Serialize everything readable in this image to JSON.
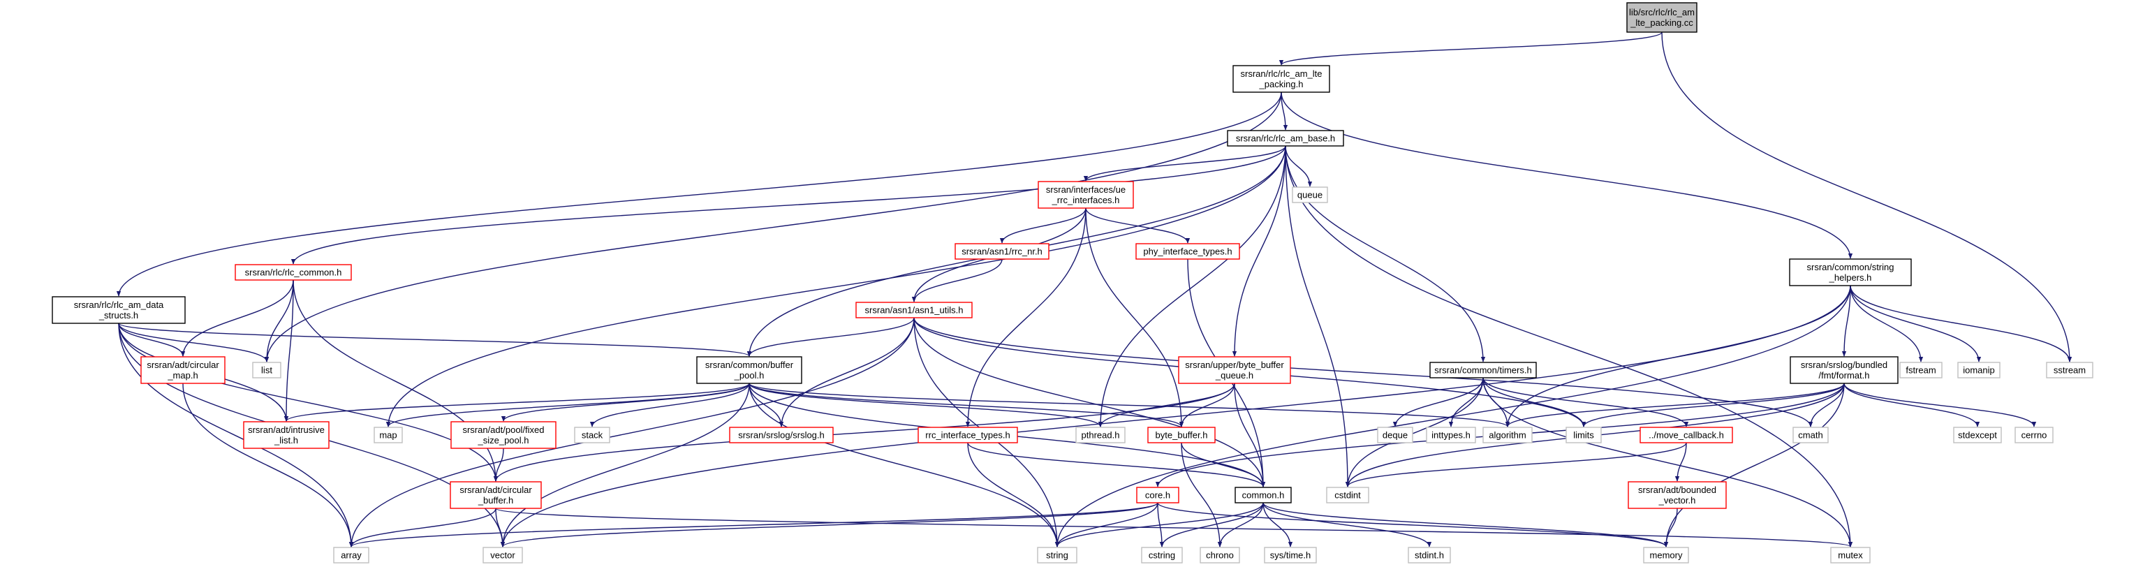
{
  "colors": {
    "edge": "#191970",
    "root_fill": "#bfbfbf",
    "root_border": "#000000",
    "documented_border": "#000000",
    "missing_border": "#ff0000",
    "system_border": "#bfbfbf"
  },
  "nodes": [
    {
      "id": "root",
      "lines": [
        "lib/src/rlc/rlc_am",
        "_lte_packing.cc"
      ],
      "kind": "root"
    },
    {
      "id": "am_lte_packing",
      "lines": [
        "srsran/rlc/rlc_am_lte",
        "_packing.h"
      ],
      "kind": "documented"
    },
    {
      "id": "am_base",
      "lines": [
        "srsran/rlc/rlc_am_base.h"
      ],
      "kind": "documented"
    },
    {
      "id": "am_data_structs",
      "lines": [
        "srsran/rlc/rlc_am_data",
        "_structs.h"
      ],
      "kind": "documented"
    },
    {
      "id": "string_helpers",
      "lines": [
        "srsran/common/string",
        "_helpers.h"
      ],
      "kind": "documented"
    },
    {
      "id": "ue_rrc_interfaces",
      "lines": [
        "srsran/interfaces/ue",
        "_rrc_interfaces.h"
      ],
      "kind": "missing"
    },
    {
      "id": "queue",
      "lines": [
        "queue"
      ],
      "kind": "system"
    },
    {
      "id": "rlc_common",
      "lines": [
        "srsran/rlc/rlc_common.h"
      ],
      "kind": "missing"
    },
    {
      "id": "rrc_nr",
      "lines": [
        "srsran/asn1/rrc_nr.h"
      ],
      "kind": "missing"
    },
    {
      "id": "phy_interface_types",
      "lines": [
        "phy_interface_types.h"
      ],
      "kind": "missing"
    },
    {
      "id": "asn1_utils",
      "lines": [
        "srsran/asn1/asn1_utils.h"
      ],
      "kind": "missing"
    },
    {
      "id": "circular_map",
      "lines": [
        "srsran/adt/circular",
        "_map.h"
      ],
      "kind": "missing"
    },
    {
      "id": "list",
      "lines": [
        "list"
      ],
      "kind": "system"
    },
    {
      "id": "buffer_pool",
      "lines": [
        "srsran/common/buffer",
        "_pool.h"
      ],
      "kind": "documented"
    },
    {
      "id": "byte_buffer_queue",
      "lines": [
        "srsran/upper/byte_buffer",
        "_queue.h"
      ],
      "kind": "missing"
    },
    {
      "id": "timers",
      "lines": [
        "srsran/common/timers.h"
      ],
      "kind": "documented"
    },
    {
      "id": "fstream",
      "lines": [
        "fstream"
      ],
      "kind": "system"
    },
    {
      "id": "iomanip",
      "lines": [
        "iomanip"
      ],
      "kind": "system"
    },
    {
      "id": "sstream",
      "lines": [
        "sstream"
      ],
      "kind": "system"
    },
    {
      "id": "fmt_format",
      "lines": [
        "srsran/srslog/bundled",
        "/fmt/format.h"
      ],
      "kind": "documented"
    },
    {
      "id": "intrusive_list",
      "lines": [
        "srsran/adt/intrusive",
        "_list.h"
      ],
      "kind": "missing"
    },
    {
      "id": "map",
      "lines": [
        "map"
      ],
      "kind": "system"
    },
    {
      "id": "fixed_size_pool",
      "lines": [
        "srsran/adt/pool/fixed",
        "_size_pool.h"
      ],
      "kind": "missing"
    },
    {
      "id": "stack",
      "lines": [
        "stack"
      ],
      "kind": "system"
    },
    {
      "id": "srslog",
      "lines": [
        "srsran/srslog/srslog.h"
      ],
      "kind": "missing"
    },
    {
      "id": "rrc_interface_types",
      "lines": [
        "rrc_interface_types.h"
      ],
      "kind": "missing"
    },
    {
      "id": "pthread",
      "lines": [
        "pthread.h"
      ],
      "kind": "system"
    },
    {
      "id": "byte_buffer",
      "lines": [
        "byte_buffer.h"
      ],
      "kind": "missing"
    },
    {
      "id": "deque",
      "lines": [
        "deque"
      ],
      "kind": "system"
    },
    {
      "id": "inttypes",
      "lines": [
        "inttypes.h"
      ],
      "kind": "system"
    },
    {
      "id": "algorithm",
      "lines": [
        "algorithm"
      ],
      "kind": "system"
    },
    {
      "id": "limits",
      "lines": [
        "limits"
      ],
      "kind": "system"
    },
    {
      "id": "move_callback",
      "lines": [
        "../move_callback.h"
      ],
      "kind": "missing"
    },
    {
      "id": "cmath",
      "lines": [
        "cmath"
      ],
      "kind": "system"
    },
    {
      "id": "stdexcept",
      "lines": [
        "stdexcept"
      ],
      "kind": "system"
    },
    {
      "id": "cerrno",
      "lines": [
        "cerrno"
      ],
      "kind": "system"
    },
    {
      "id": "circular_buffer",
      "lines": [
        "srsran/adt/circular",
        "_buffer.h"
      ],
      "kind": "missing"
    },
    {
      "id": "core",
      "lines": [
        "core.h"
      ],
      "kind": "missing"
    },
    {
      "id": "common",
      "lines": [
        "common.h"
      ],
      "kind": "documented"
    },
    {
      "id": "cstdint",
      "lines": [
        "cstdint"
      ],
      "kind": "system"
    },
    {
      "id": "bounded_vector",
      "lines": [
        "srsran/adt/bounded",
        "_vector.h"
      ],
      "kind": "missing"
    },
    {
      "id": "array",
      "lines": [
        "array"
      ],
      "kind": "system"
    },
    {
      "id": "vector",
      "lines": [
        "vector"
      ],
      "kind": "system"
    },
    {
      "id": "string",
      "lines": [
        "string"
      ],
      "kind": "system"
    },
    {
      "id": "cstring",
      "lines": [
        "cstring"
      ],
      "kind": "system"
    },
    {
      "id": "chrono",
      "lines": [
        "chrono"
      ],
      "kind": "system"
    },
    {
      "id": "systime",
      "lines": [
        "sys/time.h"
      ],
      "kind": "system"
    },
    {
      "id": "stdint",
      "lines": [
        "stdint.h"
      ],
      "kind": "system"
    },
    {
      "id": "memory",
      "lines": [
        "memory"
      ],
      "kind": "system"
    },
    {
      "id": "mutex",
      "lines": [
        "mutex"
      ],
      "kind": "system"
    }
  ],
  "edges": [
    [
      "root",
      "am_lte_packing"
    ],
    [
      "root",
      "sstream"
    ],
    [
      "am_lte_packing",
      "am_base"
    ],
    [
      "am_lte_packing",
      "am_data_structs"
    ],
    [
      "am_lte_packing",
      "string_helpers"
    ],
    [
      "am_lte_packing",
      "list"
    ],
    [
      "am_base",
      "ue_rrc_interfaces"
    ],
    [
      "am_base",
      "queue"
    ],
    [
      "am_base",
      "rlc_common"
    ],
    [
      "am_base",
      "buffer_pool"
    ],
    [
      "am_base",
      "byte_buffer_queue"
    ],
    [
      "am_base",
      "timers"
    ],
    [
      "am_base",
      "map"
    ],
    [
      "am_base",
      "pthread"
    ],
    [
      "am_base",
      "cstdint"
    ],
    [
      "am_base",
      "mutex"
    ],
    [
      "ue_rrc_interfaces",
      "rrc_nr"
    ],
    [
      "ue_rrc_interfaces",
      "phy_interface_types"
    ],
    [
      "ue_rrc_interfaces",
      "asn1_utils"
    ],
    [
      "ue_rrc_interfaces",
      "rrc_interface_types"
    ],
    [
      "ue_rrc_interfaces",
      "byte_buffer"
    ],
    [
      "rrc_nr",
      "asn1_utils"
    ],
    [
      "phy_interface_types",
      "common"
    ],
    [
      "asn1_utils",
      "buffer_pool"
    ],
    [
      "asn1_utils",
      "srslog"
    ],
    [
      "asn1_utils",
      "array"
    ],
    [
      "asn1_utils",
      "string"
    ],
    [
      "asn1_utils",
      "cmath"
    ],
    [
      "asn1_utils",
      "limits"
    ],
    [
      "asn1_utils",
      "common"
    ],
    [
      "rlc_common",
      "circular_map"
    ],
    [
      "rlc_common",
      "list"
    ],
    [
      "rlc_common",
      "intrusive_list"
    ],
    [
      "rlc_common",
      "circular_buffer"
    ],
    [
      "am_data_structs",
      "circular_map"
    ],
    [
      "am_data_structs",
      "list"
    ],
    [
      "am_data_structs",
      "buffer_pool"
    ],
    [
      "am_data_structs",
      "intrusive_list"
    ],
    [
      "am_data_structs",
      "circular_buffer"
    ],
    [
      "am_data_structs",
      "array"
    ],
    [
      "am_data_structs",
      "vector"
    ],
    [
      "circular_map",
      "array"
    ],
    [
      "string_helpers",
      "fstream"
    ],
    [
      "string_helpers",
      "iomanip"
    ],
    [
      "string_helpers",
      "sstream"
    ],
    [
      "string_helpers",
      "fmt_format"
    ],
    [
      "string_helpers",
      "algorithm"
    ],
    [
      "string_helpers",
      "string"
    ],
    [
      "string_helpers",
      "vector"
    ],
    [
      "buffer_pool",
      "intrusive_list"
    ],
    [
      "buffer_pool",
      "map"
    ],
    [
      "buffer_pool",
      "fixed_size_pool"
    ],
    [
      "buffer_pool",
      "stack"
    ],
    [
      "buffer_pool",
      "srslog"
    ],
    [
      "buffer_pool",
      "pthread"
    ],
    [
      "buffer_pool",
      "byte_buffer"
    ],
    [
      "buffer_pool",
      "algorithm"
    ],
    [
      "buffer_pool",
      "vector"
    ],
    [
      "buffer_pool",
      "string"
    ],
    [
      "buffer_pool",
      "common"
    ],
    [
      "fixed_size_pool",
      "circular_buffer"
    ],
    [
      "byte_buffer_queue",
      "pthread"
    ],
    [
      "byte_buffer_queue",
      "byte_buffer"
    ],
    [
      "byte_buffer_queue",
      "common"
    ],
    [
      "byte_buffer_queue",
      "circular_buffer"
    ],
    [
      "timers",
      "deque"
    ],
    [
      "timers",
      "inttypes"
    ],
    [
      "timers",
      "algorithm"
    ],
    [
      "timers",
      "limits"
    ],
    [
      "timers",
      "move_callback"
    ],
    [
      "timers",
      "cstdint"
    ],
    [
      "timers",
      "mutex"
    ],
    [
      "move_callback",
      "cstdint"
    ],
    [
      "move_callback",
      "bounded_vector"
    ],
    [
      "fmt_format",
      "algorithm"
    ],
    [
      "fmt_format",
      "limits"
    ],
    [
      "fmt_format",
      "cmath"
    ],
    [
      "fmt_format",
      "stdexcept"
    ],
    [
      "fmt_format",
      "cerrno"
    ],
    [
      "fmt_format",
      "core"
    ],
    [
      "fmt_format",
      "memory"
    ],
    [
      "fmt_format",
      "cstdint"
    ],
    [
      "rrc_interface_types",
      "common"
    ],
    [
      "rrc_interface_types",
      "string"
    ],
    [
      "byte_buffer",
      "common"
    ],
    [
      "byte_buffer",
      "chrono"
    ],
    [
      "circular_buffer",
      "array"
    ],
    [
      "circular_buffer",
      "vector"
    ],
    [
      "circular_buffer",
      "mutex"
    ],
    [
      "core",
      "array"
    ],
    [
      "core",
      "vector"
    ],
    [
      "core",
      "string"
    ],
    [
      "core",
      "cstring"
    ],
    [
      "core",
      "memory"
    ],
    [
      "common",
      "string"
    ],
    [
      "common",
      "cstring"
    ],
    [
      "common",
      "chrono"
    ],
    [
      "common",
      "systime"
    ],
    [
      "common",
      "stdint"
    ],
    [
      "common",
      "memory"
    ],
    [
      "bounded_vector",
      "memory"
    ]
  ]
}
